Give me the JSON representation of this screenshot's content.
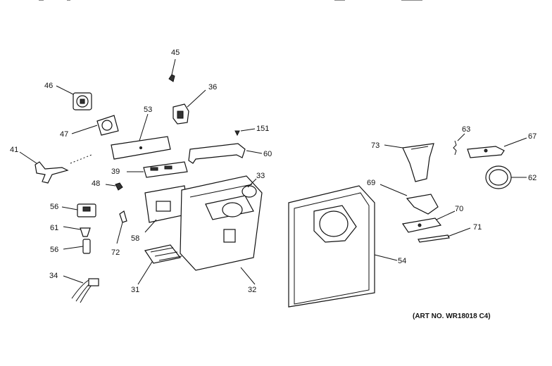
{
  "diagram": {
    "labels": {
      "p45": "45",
      "p46": "46",
      "p36": "36",
      "p53": "53",
      "p47": "47",
      "p151": "151",
      "p41": "41",
      "p60": "60",
      "p39": "39",
      "p33": "33",
      "p48": "48",
      "p56a": "56",
      "p61": "61",
      "p56b": "56",
      "p72": "72",
      "p58": "58",
      "p34": "34",
      "p31": "31",
      "p32": "32",
      "p73": "73",
      "p63": "63",
      "p67": "67",
      "p62": "62",
      "p69": "69",
      "p70": "70",
      "p71": "71",
      "p54": "54"
    },
    "art_number": "(ART NO. WR18018 C4)"
  }
}
